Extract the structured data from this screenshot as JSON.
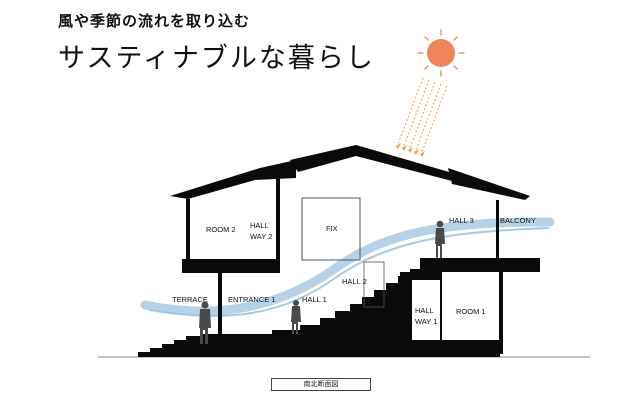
{
  "header": {
    "subtitle": "風や季節の流れを取り込む",
    "title": "サスティナブルな暮らし"
  },
  "diagram": {
    "labels": {
      "room2": "ROOM 2",
      "hallway2_line1": "HALL",
      "hallway2_line2": "WAY 2",
      "fix": "FIX",
      "hall3": "HALL 3",
      "balcony": "BALCONY",
      "hall2": "HALL 2",
      "terrace": "TERRACE",
      "entrance1": "ENTRANCE 1",
      "hall1": "HALL 1",
      "hallway1_line1": "HALL",
      "hallway1_line2": "WAY 1",
      "room1": "ROOM 1"
    },
    "caption": "南北断面図",
    "colors": {
      "sun": "#f0845a",
      "sun_rays": "#f0845a",
      "sunlight": "#e8a040",
      "wind": "#9fc3de",
      "structure": "#0a0a0a"
    },
    "icons": [
      "sun-icon",
      "wind-flow-icon",
      "person-icon"
    ]
  }
}
